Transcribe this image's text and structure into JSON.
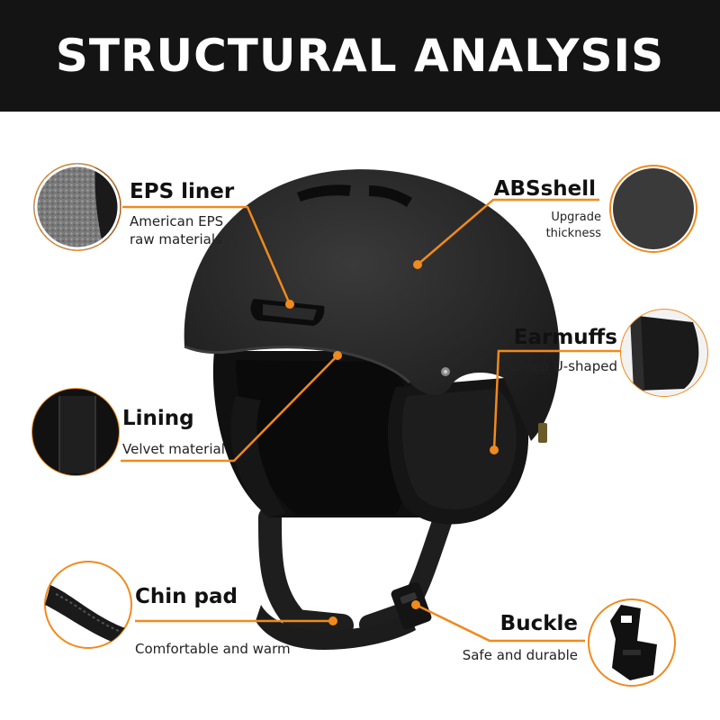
{
  "header": {
    "title": "STRUCTURAL ANALYSIS"
  },
  "features": {
    "eps": {
      "title": "EPS liner",
      "desc_line1": "American EPS",
      "desc_line2": "raw materials"
    },
    "abs": {
      "title": "ABSshell",
      "desc_line1": "Upgrade",
      "desc_line2": "thickness"
    },
    "earmuffs": {
      "title": "Earmuffs",
      "desc": "Deep U-shaped"
    },
    "lining": {
      "title": "Lining",
      "desc": "Velvet material"
    },
    "chinpad": {
      "title": "Chin pad",
      "desc": "Comfortable and warm"
    },
    "buckle": {
      "title": "Buckle",
      "desc": "Safe and durable"
    }
  },
  "colors": {
    "header_bg": "#141414",
    "accent": "#f08a1c",
    "helmet_shell": "#262626"
  }
}
